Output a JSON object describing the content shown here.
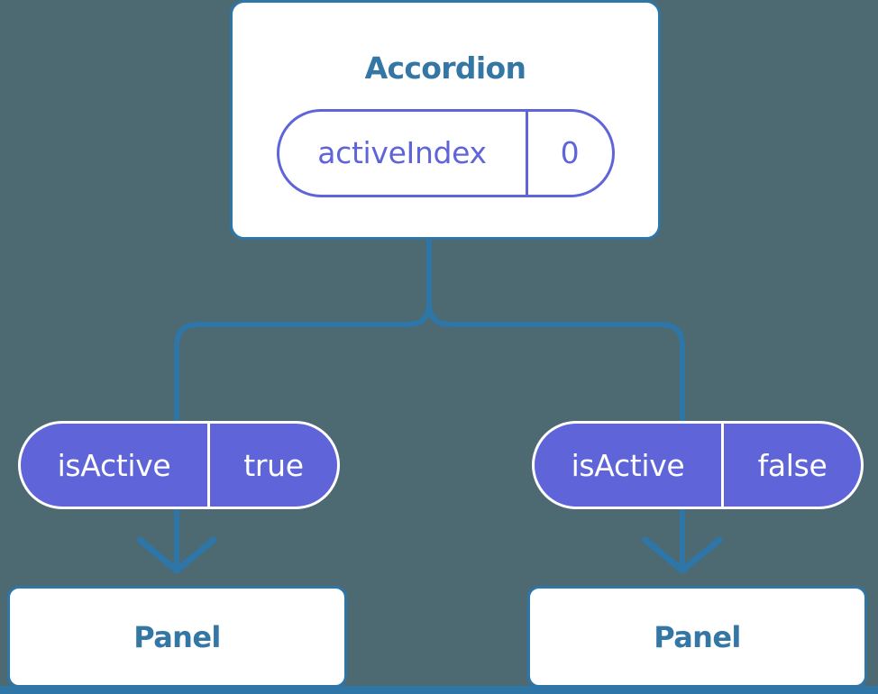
{
  "colors": {
    "background": "#4d6972",
    "connector_blue": "#2e76a8",
    "title_blue": "#3577a4",
    "pill_purple": "#5f65d8",
    "pill_text_white": "#ffffff",
    "card_white": "#ffffff"
  },
  "root_component": {
    "title": "Accordion",
    "state_pill": {
      "label": "activeIndex",
      "value": "0"
    }
  },
  "children": [
    {
      "prop_pill": {
        "label": "isActive",
        "value": "true"
      },
      "title": "Panel"
    },
    {
      "prop_pill": {
        "label": "isActive",
        "value": "false"
      },
      "title": "Panel"
    }
  ]
}
